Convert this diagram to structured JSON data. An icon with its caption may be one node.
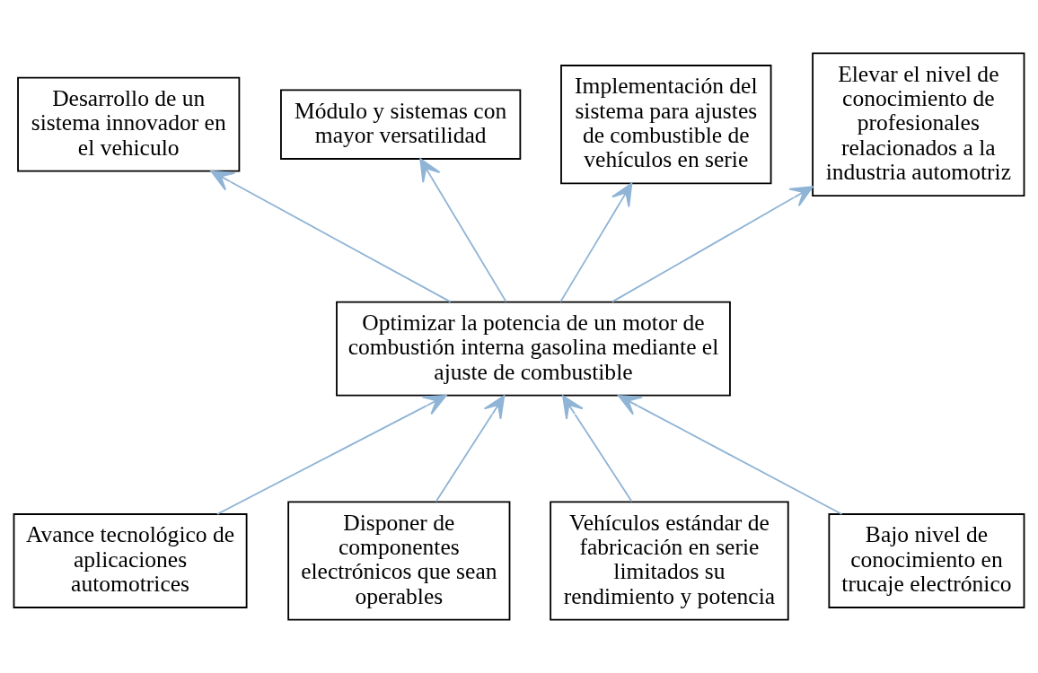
{
  "diagram": {
    "nodes": [
      {
        "text": [
          "Desarrollo de un sistema innovador en el vehiculo"
        ]
      },
      {
        "text": [
          "Módulo y sistemas con mayor versatilidad"
        ]
      },
      {
        "text": [
          "Implementación del sistema para ajustes de combustible de vehículos en serie"
        ]
      },
      {
        "text": [
          "Elevar el nivel de conocimiento de profesionales relacionados a la industria automotriz"
        ]
      },
      {
        "text": [
          "Optimizar la potencia de un motor de combustión interna gasolina mediante el ajuste de combustible"
        ]
      },
      {
        "text": [
          "Avance tecnológico de aplicaciones automotrices"
        ]
      },
      {
        "text": [
          "Disponer de componentes electrónicos que sean operables"
        ]
      },
      {
        "text": [
          "Vehículos estándar de fabricación en serie limitados su rendimiento y potencia"
        ]
      },
      {
        "text": [
          "Bajo nivel de conocimiento en trucaje electrónico"
        ]
      }
    ],
    "edges": [
      {
        "from": 4,
        "to": 0,
        "arrow": "to"
      },
      {
        "from": 4,
        "to": 1,
        "arrow": "to"
      },
      {
        "from": 4,
        "to": 2,
        "arrow": "to"
      },
      {
        "from": 4,
        "to": 3,
        "arrow": "to"
      },
      {
        "from": 5,
        "to": 4,
        "arrow": "to"
      },
      {
        "from": 6,
        "to": 4,
        "arrow": "to"
      },
      {
        "from": 7,
        "to": 4,
        "arrow": "to"
      },
      {
        "from": 8,
        "to": 4,
        "arrow": "to"
      }
    ]
  }
}
